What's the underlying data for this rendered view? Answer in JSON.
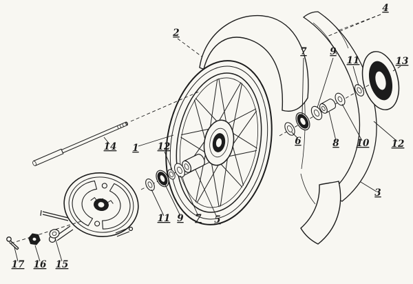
{
  "figure": {
    "type": "exploded-parts-diagram",
    "subject": "spoked wheel with tire, hub bearings, axle and brake drum assembly",
    "paper_color": "#f8f7f2",
    "ink_color": "#1c1c1c"
  },
  "callouts": [
    {
      "num": "1",
      "part": "wheel-with-spokes"
    },
    {
      "num": "2",
      "part": "tire-tread-upper"
    },
    {
      "num": "3",
      "part": "tire-casing-lower"
    },
    {
      "num": "4",
      "part": "tire-bead-edges"
    },
    {
      "num": "5",
      "part": "hub-spacer-sleeve"
    },
    {
      "num": "6",
      "part": "washer-inner-right"
    },
    {
      "num": "7",
      "part": "bearing-right"
    },
    {
      "num": "7",
      "part": "washer-left"
    },
    {
      "num": "8",
      "part": "spacer-right"
    },
    {
      "num": "9",
      "part": "washer-right"
    },
    {
      "num": "9",
      "part": "bearing-left"
    },
    {
      "num": "10",
      "part": "washer-outer-right"
    },
    {
      "num": "11",
      "part": "retainer-right"
    },
    {
      "num": "11",
      "part": "retainer-left"
    },
    {
      "num": "12",
      "part": "seal-right"
    },
    {
      "num": "12",
      "part": "seal-left"
    },
    {
      "num": "13",
      "part": "hub-cover-disc"
    },
    {
      "num": "14",
      "part": "axle-shaft"
    },
    {
      "num": "15",
      "part": "spring-washer"
    },
    {
      "num": "16",
      "part": "axle-nut"
    },
    {
      "num": "17",
      "part": "cotter-pin"
    }
  ]
}
